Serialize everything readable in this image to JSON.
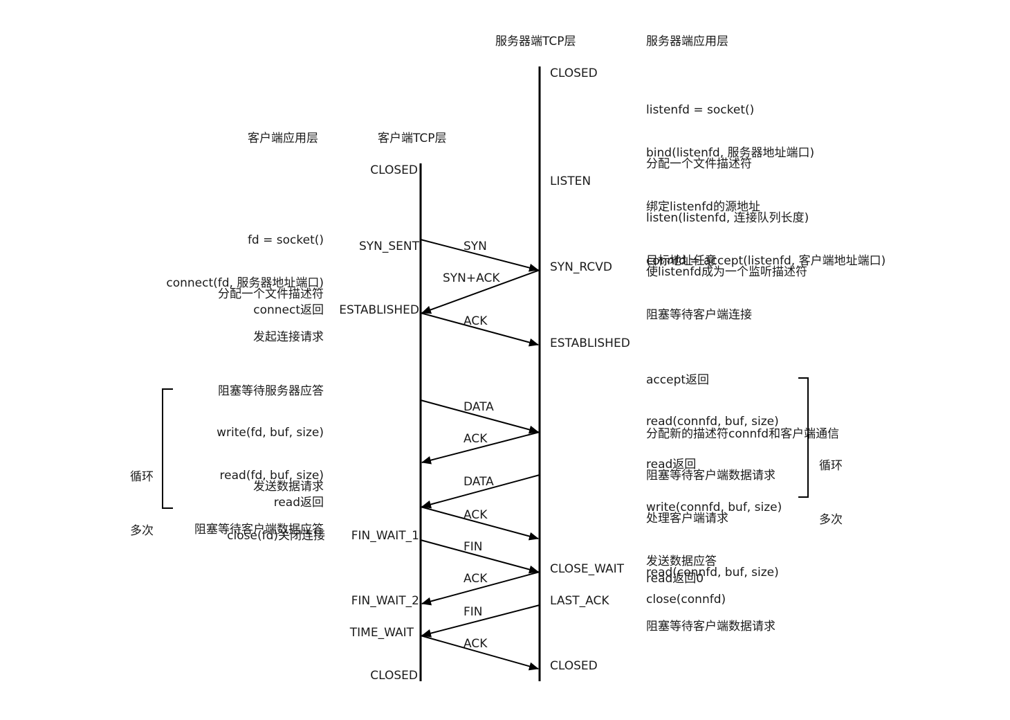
{
  "headers": {
    "client_app": "客户端应用层",
    "client_tcp": "客户端TCP层",
    "server_tcp": "服务器端TCP层",
    "server_app": "服务器端应用层"
  },
  "client_states": {
    "closed_top": "CLOSED",
    "syn_sent": "SYN_SENT",
    "established": "ESTABLISHED",
    "fin_wait_1": "FIN_WAIT_1",
    "fin_wait_2": "FIN_WAIT_2",
    "time_wait": "TIME_WAIT",
    "closed_bottom": "CLOSED"
  },
  "server_states": {
    "closed_top": "CLOSED",
    "listen": "LISTEN",
    "syn_rcvd": "SYN_RCVD",
    "established": "ESTABLISHED",
    "close_wait": "CLOSE_WAIT",
    "last_ack": "LAST_ACK",
    "closed_bottom": "CLOSED"
  },
  "messages": {
    "syn": "SYN",
    "syn_ack": "SYN+ACK",
    "ack1": "ACK",
    "data1": "DATA",
    "ack2": "ACK",
    "data2": "DATA",
    "ack3": "ACK",
    "fin1": "FIN",
    "ack4": "ACK",
    "fin2": "FIN",
    "ack5": "ACK"
  },
  "client_app": {
    "socket_1": "fd = socket()",
    "socket_2": "分配一个文件描述符",
    "connect_1": "connect(fd, 服务器地址端口)",
    "connect_2": "发起连接请求",
    "connect_3": "阻塞等待服务器应答",
    "connect_return": "connect返回",
    "write_1": "write(fd, buf, size)",
    "write_2": "发送数据请求",
    "read_1": "read(fd, buf, size)",
    "read_2": "阻塞等待客户端数据应答",
    "read_return": "read返回",
    "close": "close(fd)关闭连接",
    "loop_1": "循环",
    "loop_2": "多次"
  },
  "server_app": {
    "socket_1": "listenfd = socket()",
    "socket_2": "分配一个文件描述符",
    "bind_1": "bind(listenfd, 服务器地址端口)",
    "bind_2": "绑定listenfd的源地址",
    "bind_3": "目标地址任意",
    "listen_1": "listen(listenfd, 连接队列长度)",
    "listen_2": "使listenfd成为一个监听描述符",
    "accept_1": "connfd = accept(listenfd, 客户端地址端口)",
    "accept_2": "阻塞等待客户端连接",
    "accept_ret_1": "accept返回",
    "accept_ret_2": "分配新的描述符connfd和客户端通信",
    "read_1": "read(connfd, buf, size)",
    "read_2": "阻塞等待客户端数据请求",
    "read_ret_1": "read返回",
    "read_ret_2": "处理客户端请求",
    "write_1": "write(connfd, buf, size)",
    "write_2": "发送数据应答",
    "read2_1": "read(connfd, buf, size)",
    "read2_2": "阻塞等待客户端数据请求",
    "read_ret0": "read返回0",
    "close": "close(connfd)",
    "loop_1": "循环",
    "loop_2": "多次"
  }
}
